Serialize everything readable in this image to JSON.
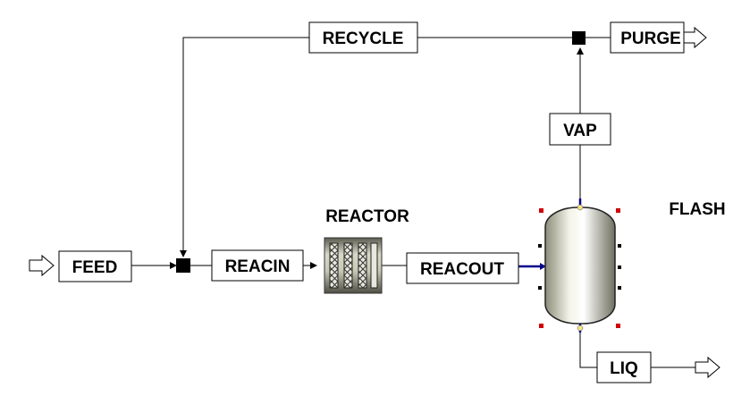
{
  "diagram": {
    "streams": {
      "feed": "FEED",
      "reacin": "REACIN",
      "reacout": "REACOUT",
      "recycle": "RECYCLE",
      "purge": "PURGE",
      "vap": "VAP",
      "liq": "LIQ"
    },
    "blocks": {
      "reactor": "REACTOR",
      "flash": "FLASH"
    },
    "colors": {
      "line": "#000000",
      "connection_highlight": "#00008b",
      "port_marker": "#d00000",
      "vessel_body": "#d8d8c8",
      "reactor_body": "#c8c8b8"
    }
  }
}
